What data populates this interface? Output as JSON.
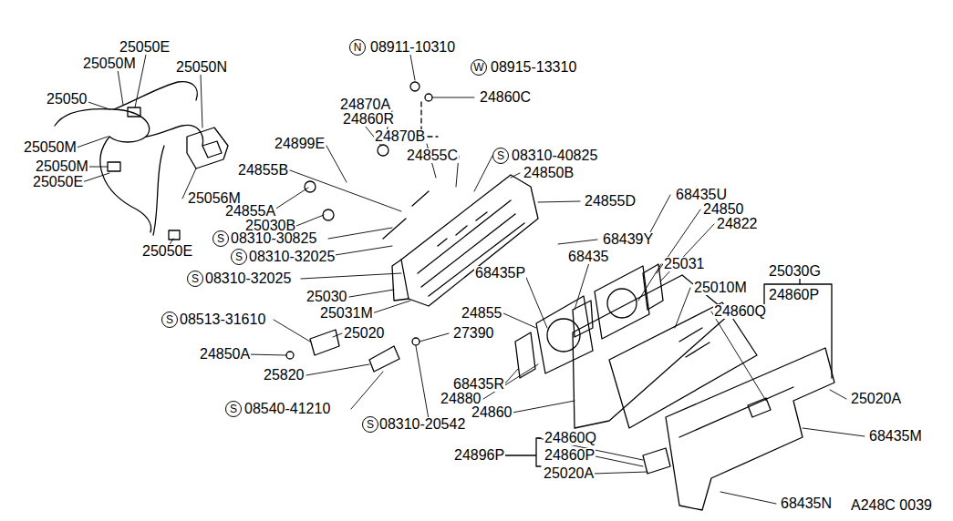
{
  "diagram": {
    "nodes": [
      {
        "text": [
          "N"
        ]
      },
      {
        "text": [
          "W"
        ]
      },
      {
        "text": [
          "S"
        ]
      },
      {
        "text": [
          "S"
        ]
      },
      {
        "text": [
          "S"
        ]
      },
      {
        "text": [
          "S"
        ]
      },
      {
        "text": [
          "S"
        ]
      },
      {
        "text": [
          "S"
        ]
      },
      {
        "text": [
          "S"
        ]
      }
    ],
    "labels": [
      "25050E",
      "08911-10310",
      "25050M",
      "25050N",
      "08915-13310",
      "24860C",
      "25050",
      "24870A",
      "24860R",
      "24870B",
      "24899E",
      "25050M",
      "24855C",
      "08310-40825",
      "25050M",
      "24855B",
      "24850B",
      "25050E",
      "68435U",
      "25056M",
      "24855D",
      "24850",
      "24855A",
      "24822",
      "25030B",
      "08310-30825",
      "68439Y",
      "25050E",
      "08310-32025",
      "68435",
      "25031",
      "25030G",
      "68435P",
      "08310-32025",
      "25010M",
      "24860P",
      "25030",
      "24860Q",
      "25031M",
      "24855",
      "08513-31610",
      "25020",
      "27390",
      "24850A",
      "25820",
      "68435R",
      "24880",
      "25020A",
      "08540-41210",
      "24860",
      "08310-20542",
      "68435M",
      "24860Q",
      "24896P",
      "24860P",
      "25020A",
      "68435N",
      "A248C 0039"
    ]
  }
}
